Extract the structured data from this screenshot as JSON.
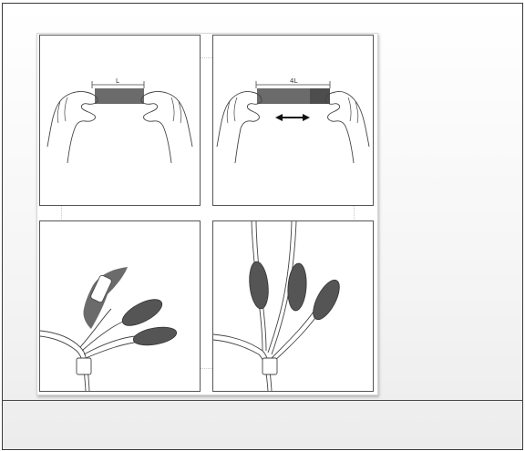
{
  "panels": {
    "panel_1": {
      "dimension_label": "L"
    },
    "panel_2": {
      "dimension_label": "4L"
    }
  },
  "colors": {
    "tape": "#6b6b6b",
    "tape_dark": "#4d4d4d",
    "line": "#444444",
    "frame_border": "#3a3a3a"
  },
  "icons": {
    "stretch_arrow": "double-headed-arrow"
  }
}
